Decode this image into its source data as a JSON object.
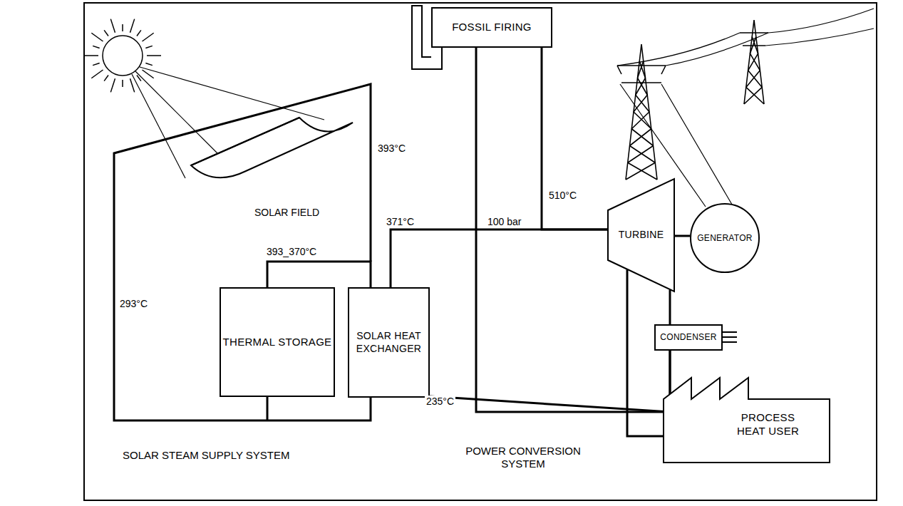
{
  "diagram": {
    "nodes": [
      {
        "text": [
          "THERMAL STORAGE"
        ]
      },
      {
        "text": [
          "SOLAR HEAT EXCHANGER"
        ]
      },
      {
        "text": [
          "FOSSIL FIRING"
        ]
      },
      {
        "text": [
          "TURBINE"
        ]
      },
      {
        "text": [
          "GENERATOR"
        ]
      },
      {
        "text": [
          "CONDENSER"
        ]
      },
      {
        "text": [
          "PROCESS HEAT USER"
        ]
      }
    ],
    "edges": [
      {
        "from": 0,
        "to": 1,
        "arrow": "none"
      },
      {
        "from": 1,
        "to": 3,
        "arrow": "none"
      },
      {
        "from": 2,
        "to": 3,
        "arrow": "none"
      },
      {
        "from": 3,
        "to": 4,
        "arrow": "none"
      },
      {
        "from": 3,
        "to": 5,
        "arrow": "none"
      },
      {
        "from": 3,
        "to": 6,
        "arrow": "none"
      },
      {
        "from": 5,
        "to": 1,
        "arrow": "none"
      },
      {
        "from": 2,
        "to": 5,
        "arrow": "none"
      }
    ],
    "labels": [
      "393°C",
      "SOLAR FIELD",
      "293°C",
      "393_370°C",
      "371°C",
      "100 bar",
      "510°C",
      "235°C",
      "SOLAR STEAM SUPPLY SYSTEM",
      "POWER CONVERSION SYSTEM"
    ]
  }
}
